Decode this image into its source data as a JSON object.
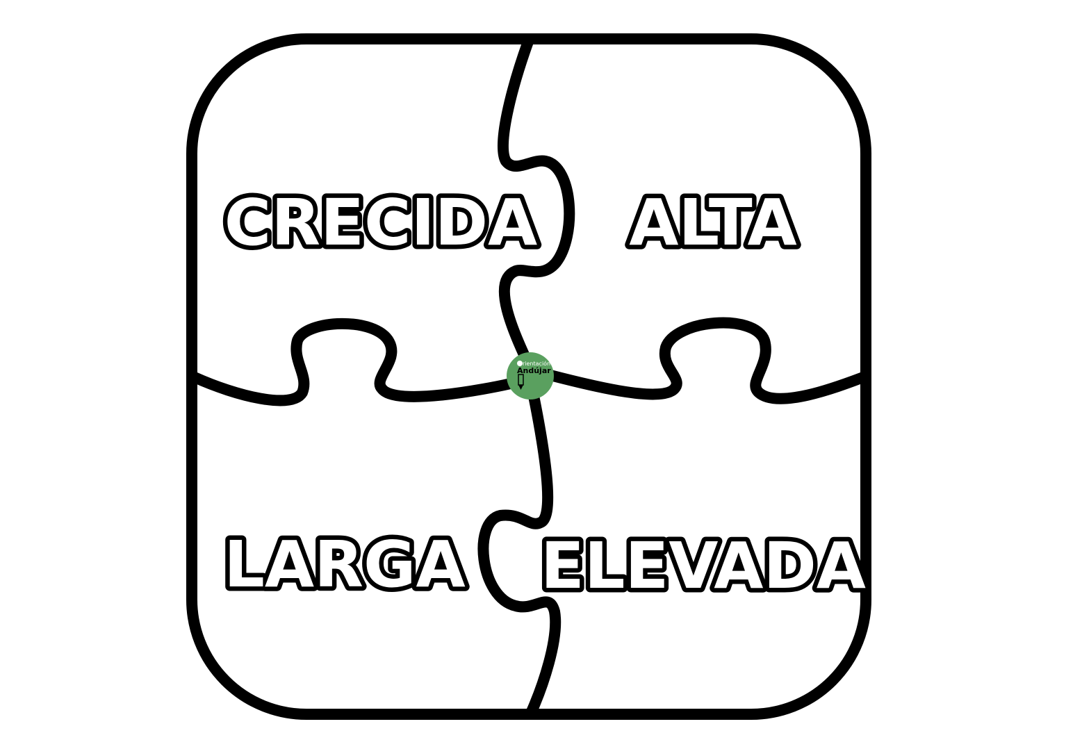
{
  "pieces": [
    {
      "id": "top-left",
      "word": "CRECIDA"
    },
    {
      "id": "top-right",
      "word": "ALTA"
    },
    {
      "id": "bottom-left",
      "word": "LARGA"
    },
    {
      "id": "bottom-right",
      "word": "ELEVADA"
    }
  ],
  "logo": {
    "text_line1": "rientación",
    "text_line2": "Andújar",
    "icon": "pencil-icon",
    "color": "#5aa05f"
  },
  "colors": {
    "outline": "#000000",
    "background": "#ffffff"
  }
}
